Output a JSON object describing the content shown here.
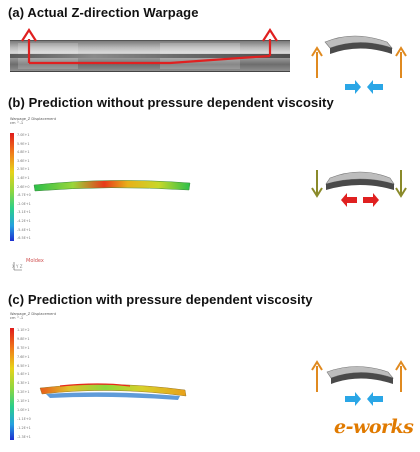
{
  "sections": [
    {
      "label": "(a)  Actual Z-direction Warpage"
    },
    {
      "label": "(b)  Prediction without pressure dependent viscosity"
    },
    {
      "label": "(c)  Prediction with pressure dependent viscosity"
    }
  ],
  "legend_b": {
    "head": "Warpage_Z Displacement",
    "unit": "cm  ^-1",
    "ticks": [
      "7.0E+1",
      "5.9E+1",
      "4.8E+1",
      "3.6E+1",
      "2.5E+1",
      "1.4E+1",
      "2.6E+0",
      "-8.7E+0",
      "-2.0E+1",
      "-3.1E+1",
      "-4.2E+1",
      "-5.4E+1",
      "-6.5E+1"
    ]
  },
  "legend_c": {
    "head": "Warpage_Z Displacement",
    "unit": "cm  ^-1",
    "ticks": [
      "1.1E+2",
      "9.8E+1",
      "8.7E+1",
      "7.6E+1",
      "6.5E+1",
      "5.4E+1",
      "4.3E+1",
      "3.2E+1",
      "2.1E+1",
      "1.0E+1",
      "-1.1E+0",
      "-1.2E+1",
      "-2.3E+1"
    ]
  },
  "stamp": {
    "brand": "Moldex",
    "axes": "X Y Z"
  },
  "watermark": {
    "text": "e-works"
  },
  "colors": {
    "frame_red": "#e02020",
    "arrow_orange": "#e08a20",
    "arrow_olive": "#8a8a2a",
    "arrow_blue": "#2aa6e6",
    "arrow_red": "#e02020",
    "plate_dark": "#4a4a4a",
    "plate_light": "#bdbdbd"
  }
}
